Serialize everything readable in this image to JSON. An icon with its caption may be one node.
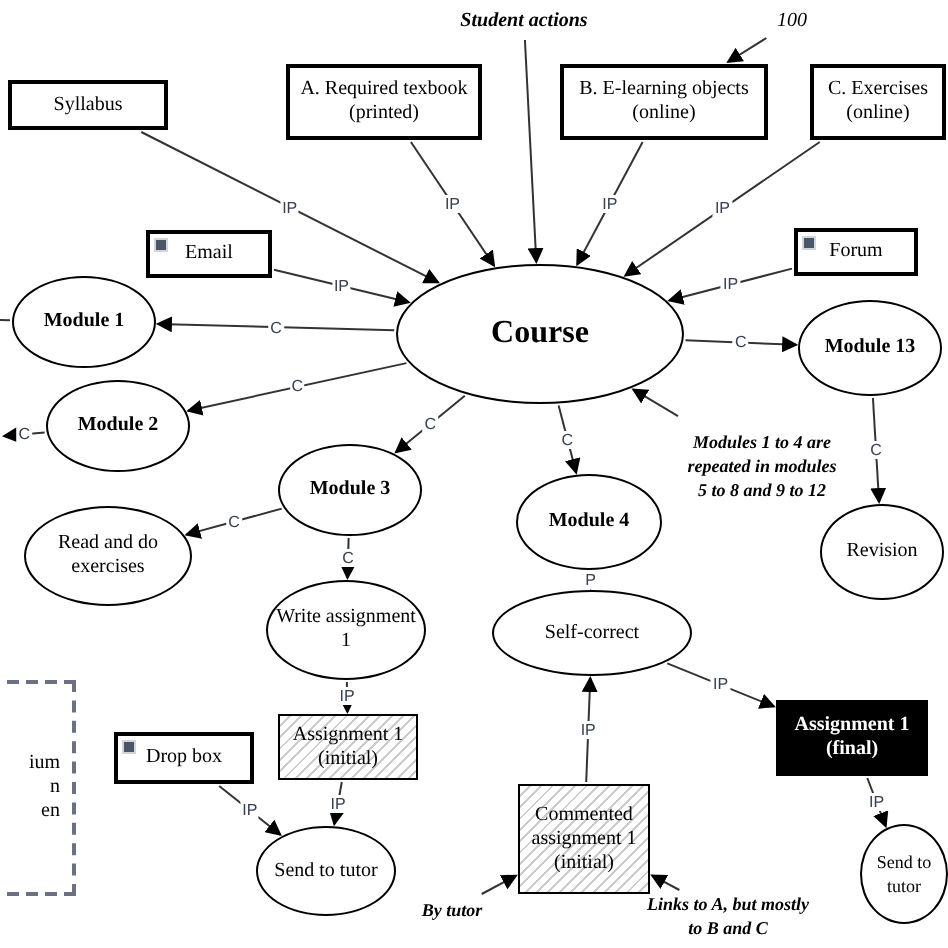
{
  "diagram": {
    "nodes": [
      {
        "text": [
          "Student actions"
        ]
      },
      {
        "text": [
          "100"
        ]
      },
      {
        "text": [
          "Syllabus"
        ]
      },
      {
        "text": [
          "A. Required texbook (printed)"
        ]
      },
      {
        "text": [
          "B. E-learning objects (online)"
        ]
      },
      {
        "text": [
          "C. Exercises (online)"
        ]
      },
      {
        "text": [
          "Email"
        ]
      },
      {
        "text": [
          "Forum"
        ]
      },
      {
        "text": [
          "Course"
        ]
      },
      {
        "text": [
          "Module 1"
        ]
      },
      {
        "text": [
          "Module 2"
        ]
      },
      {
        "text": [
          "Module 3"
        ]
      },
      {
        "text": [
          "Read and do exercises"
        ]
      },
      {
        "text": [
          "Write assignment 1"
        ]
      },
      {
        "text": [
          "Module 4"
        ]
      },
      {
        "text": [
          "Modules 1 to 4 are repeated in modules 5 to 8 and 9 to 12"
        ]
      },
      {
        "text": [
          "Module 13"
        ]
      },
      {
        "text": [
          "Revision"
        ]
      },
      {
        "text": [
          "Self-correct"
        ]
      },
      {
        "text": [
          "Assignment 1 (initial)"
        ]
      },
      {
        "text": [
          "Drop box"
        ]
      },
      {
        "text": [
          "Send to tutor"
        ]
      },
      {
        "text": [
          "Commented assignment 1 (initial)"
        ]
      },
      {
        "text": [
          "Assignment 1 (final)"
        ]
      },
      {
        "text": [
          "Send to tutor"
        ]
      },
      {
        "text": [
          "By tutor"
        ]
      },
      {
        "text": [
          "Links to A, but mostly to B and C"
        ]
      },
      {
        "text": [
          "ium",
          "n",
          "en"
        ]
      }
    ],
    "edges": [
      {
        "from": 2,
        "to": 8,
        "arrow": "to",
        "label": "IP"
      },
      {
        "from": 3,
        "to": 8,
        "arrow": "to",
        "label": "IP"
      },
      {
        "from": 0,
        "to": 8,
        "arrow": "to"
      },
      {
        "from": 4,
        "to": 8,
        "arrow": "to",
        "label": "IP"
      },
      {
        "from": 5,
        "to": 8,
        "arrow": "to",
        "label": "IP"
      },
      {
        "from": 1,
        "to": 4,
        "arrow": "to"
      },
      {
        "from": 6,
        "to": 8,
        "arrow": "to",
        "label": "IP"
      },
      {
        "from": 7,
        "to": 8,
        "arrow": "to",
        "label": "IP"
      },
      {
        "from": 8,
        "to": 9,
        "arrow": "to",
        "label": "C"
      },
      {
        "from": 8,
        "to": 10,
        "arrow": "to",
        "label": "C"
      },
      {
        "from": 10,
        "to": null,
        "arrow": "to",
        "label": "C"
      },
      {
        "from": 9,
        "to": null,
        "arrow": "none"
      },
      {
        "from": 8,
        "to": 11,
        "arrow": "to",
        "label": "C"
      },
      {
        "from": 11,
        "to": 12,
        "arrow": "to",
        "label": "C"
      },
      {
        "from": 11,
        "to": 13,
        "arrow": "to",
        "label": "C"
      },
      {
        "from": 8,
        "to": 14,
        "arrow": "to",
        "label": "C"
      },
      {
        "from": 8,
        "to": 16,
        "arrow": "to",
        "label": "C"
      },
      {
        "from": 16,
        "to": 17,
        "arrow": "to",
        "label": "C"
      },
      {
        "from": 15,
        "to": 8,
        "arrow": "to"
      },
      {
        "from": 14,
        "to": 18,
        "arrow": "to",
        "label": "P"
      },
      {
        "from": 13,
        "to": 19,
        "arrow": "to",
        "label": "IP"
      },
      {
        "from": 19,
        "to": 21,
        "arrow": "to",
        "label": "IP"
      },
      {
        "from": 20,
        "to": 21,
        "arrow": "to",
        "label": "IP"
      },
      {
        "from": 22,
        "to": 18,
        "arrow": "to",
        "label": "IP"
      },
      {
        "from": 18,
        "to": 23,
        "arrow": "to",
        "label": "IP"
      },
      {
        "from": 23,
        "to": 24,
        "arrow": "to",
        "label": "IP"
      },
      {
        "from": 25,
        "to": 22,
        "arrow": "to"
      },
      {
        "from": 26,
        "to": 22,
        "arrow": "to"
      }
    ]
  }
}
